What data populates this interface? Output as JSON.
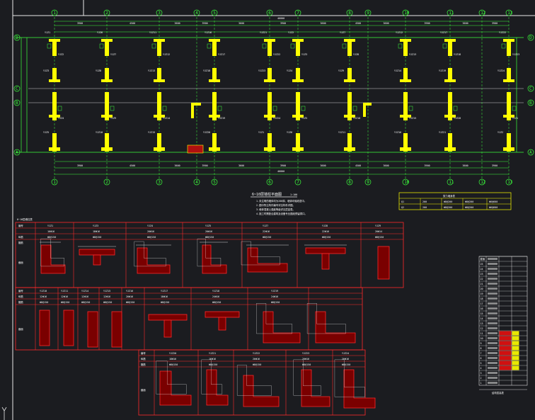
{
  "axes_bottom": [
    "1",
    "2",
    "3",
    "4",
    "5",
    "6",
    "7",
    "8",
    "9",
    "10",
    "11",
    "12",
    "13"
  ],
  "axes_left": [
    "A",
    "B",
    "C",
    "D"
  ],
  "plan_column_labels": [
    "YJZ1",
    "YJZ2",
    "YJZ3",
    "YJZ4",
    "YJZ5",
    "YJZ6",
    "YJZ7",
    "YJZ8",
    "YJZ9",
    "YJZ10",
    "YJZ11",
    "YJZ12",
    "YJZ13",
    "YJZ14",
    "YJZ15",
    "YJZ16",
    "YJZ17",
    "YJZ18",
    "YJZ19",
    "YJZ20",
    "YJZ21",
    "YJZ22",
    "YJZ23",
    "YJZ24"
  ],
  "dims_top": [
    "3900",
    "4500",
    "3600",
    "3900",
    "3600",
    "3900",
    "3600",
    "4500",
    "3600",
    "3900",
    "3600",
    "3900"
  ],
  "overall_dim": "46800",
  "plan_title": "6~10层墙柱平面图",
  "plan_scale": "1:100",
  "notes": [
    "1.未注明的墙体均为200厚，墙体均轴线居中。",
    "2.图中所注构件编号详见构件详图。",
    "3.墙体混凝土强度等级详见层高表。",
    "4.施工时需配合建筑及设备专业图纸预留洞口。"
  ],
  "small_table_title": "剪力墙身表",
  "small_table_rows": [
    [
      "Q1",
      "200",
      "Φ8@200",
      "Φ8@200",
      "Φ6@600"
    ],
    [
      "Q2",
      "200",
      "Φ8@200",
      "Φ8@200",
      "Φ6@600"
    ]
  ],
  "detail_table_title": "6~10层墙柱表",
  "row_headers": [
    "编号",
    "标高",
    "纵筋",
    "箍筋",
    "截面"
  ],
  "detail_row1": [
    {
      "id": "YJZ1",
      "rebar": "16Φ16",
      "stirrup": "Φ8@150"
    },
    {
      "id": "YJZ3",
      "rebar": "18Φ16",
      "stirrup": "Φ8@150"
    },
    {
      "id": "YJZ4",
      "rebar": "20Φ16",
      "stirrup": "Φ8@150"
    },
    {
      "id": "YJZ5",
      "rebar": "20Φ16",
      "stirrup": "Φ8@150"
    },
    {
      "id": "YJZ7",
      "rebar": "22Φ16",
      "stirrup": "Φ8@150"
    },
    {
      "id": "YJZ8",
      "rebar": "22Φ16",
      "stirrup": "Φ8@150"
    },
    {
      "id": "YJZ9",
      "rebar": "20Φ14",
      "stirrup": "Φ8@150"
    }
  ],
  "detail_row2": [
    {
      "id": "YJZ10",
      "rebar": "12Φ16",
      "stirrup": "Φ8@150"
    },
    {
      "id": "YJZ11",
      "rebar": "12Φ16",
      "stirrup": "Φ8@150"
    },
    {
      "id": "YJZ14",
      "rebar": "12Φ16",
      "stirrup": "Φ8@150"
    },
    {
      "id": "YJZ15",
      "rebar": "12Φ16",
      "stirrup": "Φ8@150"
    },
    {
      "id": "YJZ16",
      "rebar": "20Φ16",
      "stirrup": "Φ8@150"
    },
    {
      "id": "YJZ17",
      "rebar": "18Φ16",
      "stirrup": "Φ8@150"
    },
    {
      "id": "YJZ18",
      "rebar": "24Φ16",
      "stirrup": "Φ8@150"
    },
    {
      "id": "YJZ19",
      "rebar": "24Φ16",
      "stirrup": "Φ8@150"
    }
  ],
  "detail_row3": [
    {
      "id": "YJZ20",
      "rebar": "18Φ16",
      "stirrup": "Φ8@150"
    },
    {
      "id": "YJZ21",
      "rebar": "16Φ16",
      "stirrup": "Φ8@150"
    },
    {
      "id": "YJZ22",
      "rebar": "20Φ16",
      "stirrup": "Φ8@150"
    },
    {
      "id": "YJZ23",
      "rebar": "20Φ16",
      "stirrup": "Φ8@150"
    },
    {
      "id": "YJZ24",
      "rebar": "20Φ16",
      "stirrup": "Φ8@150"
    }
  ],
  "section_label": "截面",
  "floor_table_rows": [
    "屋面",
    "25",
    "24",
    "23",
    "22",
    "21",
    "20",
    "19",
    "18",
    "17",
    "16",
    "15",
    "14",
    "13",
    "12",
    "11",
    "10",
    "9",
    "8",
    "7",
    "6",
    "5",
    "4",
    "3",
    "2",
    "1"
  ],
  "floor_table_footer": "结构层高表",
  "colors": {
    "bg": "#1b1c20",
    "grid": "#3cff3c",
    "wall": "#ffff00",
    "table": "#ff2a2a",
    "text": "#ffffff",
    "frame": "#e8e8e8",
    "dim": "#00e5e5"
  }
}
